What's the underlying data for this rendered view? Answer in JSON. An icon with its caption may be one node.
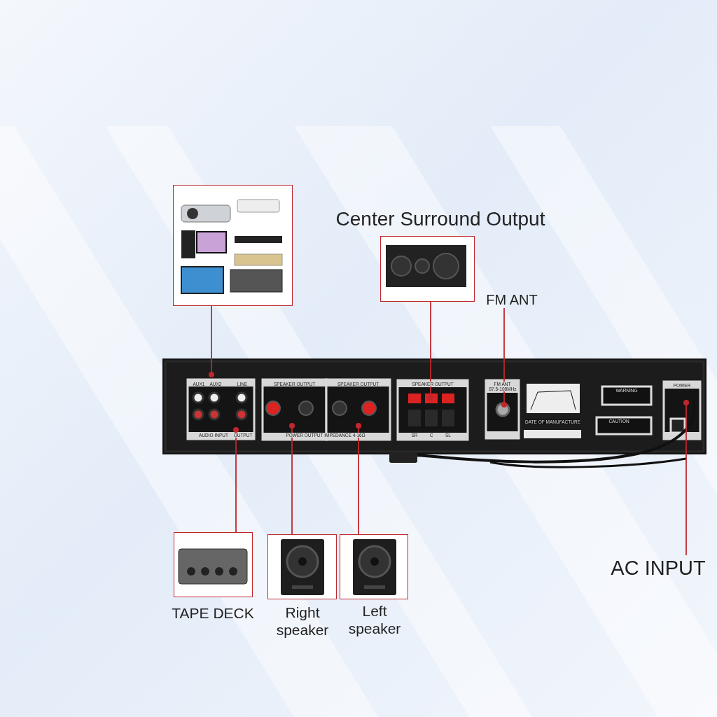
{
  "diagram": {
    "nodes": [
      {
        "text": [],
        "shape": "picture"
      },
      {
        "text": [
          "Center Surround Output"
        ]
      },
      {
        "text": [
          "FM ANT"
        ]
      },
      {
        "text": [],
        "shape": "picture"
      },
      {
        "text": [
          "TAPE DECK"
        ]
      },
      {
        "text": [
          "Right speaker"
        ]
      },
      {
        "text": [
          "Left speaker"
        ]
      },
      {
        "text": [
          "AC INPUT"
        ]
      }
    ],
    "edges": [
      {
        "from": 0,
        "to": 3,
        "arrow": "other"
      },
      {
        "from": 1,
        "to": 3,
        "arrow": "other"
      },
      {
        "from": 2,
        "to": 3,
        "arrow": "other"
      },
      {
        "from": 4,
        "to": 3,
        "arrow": "other"
      },
      {
        "from": 5,
        "to": 3,
        "arrow": "other"
      },
      {
        "from": 6,
        "to": 3,
        "arrow": "other"
      },
      {
        "from": 7,
        "to": 3,
        "arrow": "other"
      }
    ],
    "labels": [
      "AUX1",
      "AUX2",
      "LINE",
      "SPEAKER OUTPUT",
      "SPEAKER OUTPUT",
      "SPEAKER OUTPUT",
      "FM ANT",
      "87.5-108MHz",
      "POWER",
      "WARNING",
      "CAUTION",
      "AUDIO INPUT",
      "OUTPUT",
      "POWER OUTPUT IMPEDANCE 4-16Ω",
      "SR",
      "C",
      "SL",
      "DATE OF MANUFACTURE"
    ]
  }
}
